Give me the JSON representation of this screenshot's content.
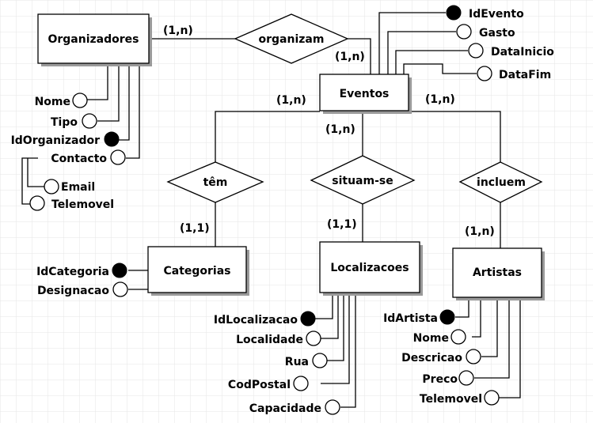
{
  "entities": {
    "organizadores": "Organizadores",
    "eventos": "Eventos",
    "categorias": "Categorias",
    "localizacoes": "Localizacoes",
    "artistas": "Artistas"
  },
  "relationships": {
    "organizam": "organizam",
    "tem": "têm",
    "situam": "situam-se",
    "incluem": "incluem"
  },
  "cardinalities": {
    "org_organizam": "(1,n)",
    "eventos_organizam": "(1,n)",
    "eventos_tem": "(1,n)",
    "eventos_situam": "(1,n)",
    "eventos_incluem": "(1,n)",
    "categorias_tem": "(1,1)",
    "localizacoes_situam": "(1,1)",
    "artistas_incluem": "(1,n)"
  },
  "attributes": {
    "organizadores": [
      "Nome",
      "Tipo",
      "IdOrganizador",
      "Contacto",
      "Email",
      "Telemovel"
    ],
    "eventos": [
      "IdEvento",
      "Gasto",
      "DataInicio",
      "DataFim"
    ],
    "categorias": [
      "IdCategoria",
      "Designacao"
    ],
    "localizacoes": [
      "IdLocalizacao",
      "Localidade",
      "Rua",
      "CodPostal",
      "Capacidade"
    ],
    "artistas": [
      "IdArtista",
      "Nome",
      "Descricao",
      "Preco",
      "Telemovel"
    ]
  },
  "legend": {
    "key_attribute": "filled-circle",
    "attribute": "hollow-circle"
  },
  "colors": {
    "grid": "#e6e6e6",
    "stroke": "#000000",
    "shadow": "#9a9a9a"
  }
}
